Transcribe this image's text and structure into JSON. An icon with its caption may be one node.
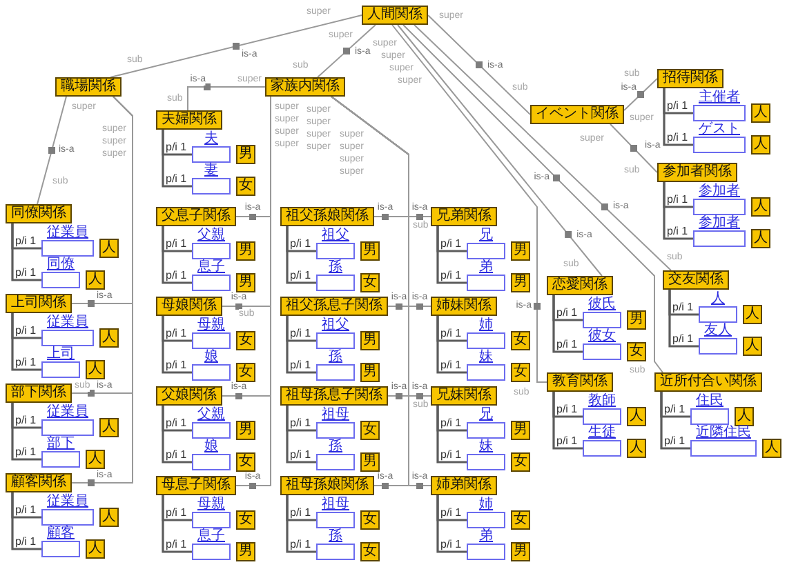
{
  "diagram": {
    "nodes": [
      {
        "text": [
          "人間関係"
        ]
      },
      {
        "text": [
          "職場関係"
        ]
      },
      {
        "text": [
          "同僚関係"
        ]
      },
      {
        "text": [
          "従業員"
        ]
      },
      {
        "text": [
          "人"
        ]
      },
      {
        "text": [
          "同僚"
        ]
      },
      {
        "text": [
          "人"
        ]
      },
      {
        "text": [
          "上司関係"
        ]
      },
      {
        "text": [
          "従業員"
        ]
      },
      {
        "text": [
          "人"
        ]
      },
      {
        "text": [
          "上司"
        ]
      },
      {
        "text": [
          "人"
        ]
      },
      {
        "text": [
          "部下関係"
        ]
      },
      {
        "text": [
          "従業員"
        ]
      },
      {
        "text": [
          "人"
        ]
      },
      {
        "text": [
          "部下"
        ]
      },
      {
        "text": [
          "人"
        ]
      },
      {
        "text": [
          "顧客関係"
        ]
      },
      {
        "text": [
          "従業員"
        ]
      },
      {
        "text": [
          "人"
        ]
      },
      {
        "text": [
          "顧客"
        ]
      },
      {
        "text": [
          "人"
        ]
      },
      {
        "text": [
          "家族内関係"
        ]
      },
      {
        "text": [
          "夫婦関係"
        ]
      },
      {
        "text": [
          "夫"
        ]
      },
      {
        "text": [
          "男"
        ]
      },
      {
        "text": [
          "妻"
        ]
      },
      {
        "text": [
          "女"
        ]
      },
      {
        "text": [
          "父息子関係"
        ]
      },
      {
        "text": [
          "父親"
        ]
      },
      {
        "text": [
          "男"
        ]
      },
      {
        "text": [
          "息子"
        ]
      },
      {
        "text": [
          "男"
        ]
      },
      {
        "text": [
          "母娘関係"
        ]
      },
      {
        "text": [
          "母親"
        ]
      },
      {
        "text": [
          "女"
        ]
      },
      {
        "text": [
          "娘"
        ]
      },
      {
        "text": [
          "女"
        ]
      },
      {
        "text": [
          "父娘関係"
        ]
      },
      {
        "text": [
          "父親"
        ]
      },
      {
        "text": [
          "男"
        ]
      },
      {
        "text": [
          "娘"
        ]
      },
      {
        "text": [
          "女"
        ]
      },
      {
        "text": [
          "母息子関係"
        ]
      },
      {
        "text": [
          "母親"
        ]
      },
      {
        "text": [
          "女"
        ]
      },
      {
        "text": [
          "息子"
        ]
      },
      {
        "text": [
          "男"
        ]
      },
      {
        "text": [
          "祖父孫娘関係"
        ]
      },
      {
        "text": [
          "祖父"
        ]
      },
      {
        "text": [
          "男"
        ]
      },
      {
        "text": [
          "孫"
        ]
      },
      {
        "text": [
          "女"
        ]
      },
      {
        "text": [
          "祖父孫息子関係"
        ]
      },
      {
        "text": [
          "祖父"
        ]
      },
      {
        "text": [
          "男"
        ]
      },
      {
        "text": [
          "孫"
        ]
      },
      {
        "text": [
          "男"
        ]
      },
      {
        "text": [
          "祖母孫息子関係"
        ]
      },
      {
        "text": [
          "祖母"
        ]
      },
      {
        "text": [
          "女"
        ]
      },
      {
        "text": [
          "孫"
        ]
      },
      {
        "text": [
          "男"
        ]
      },
      {
        "text": [
          "祖母孫娘関係"
        ]
      },
      {
        "text": [
          "祖母"
        ]
      },
      {
        "text": [
          "女"
        ]
      },
      {
        "text": [
          "孫"
        ]
      },
      {
        "text": [
          "女"
        ]
      },
      {
        "text": [
          "兄弟関係"
        ]
      },
      {
        "text": [
          "兄"
        ]
      },
      {
        "text": [
          "男"
        ]
      },
      {
        "text": [
          "弟"
        ]
      },
      {
        "text": [
          "男"
        ]
      },
      {
        "text": [
          "姉妹関係"
        ]
      },
      {
        "text": [
          "姉"
        ]
      },
      {
        "text": [
          "女"
        ]
      },
      {
        "text": [
          "妹"
        ]
      },
      {
        "text": [
          "女"
        ]
      },
      {
        "text": [
          "兄妹関係"
        ]
      },
      {
        "text": [
          "兄"
        ]
      },
      {
        "text": [
          "男"
        ]
      },
      {
        "text": [
          "妹"
        ]
      },
      {
        "text": [
          "女"
        ]
      },
      {
        "text": [
          "姉弟関係"
        ]
      },
      {
        "text": [
          "姉"
        ]
      },
      {
        "text": [
          "女"
        ]
      },
      {
        "text": [
          "弟"
        ]
      },
      {
        "text": [
          "男"
        ]
      },
      {
        "text": [
          "イベント関係"
        ]
      },
      {
        "text": [
          "招待関係"
        ]
      },
      {
        "text": [
          "主催者"
        ]
      },
      {
        "text": [
          "人"
        ]
      },
      {
        "text": [
          "ゲスト"
        ]
      },
      {
        "text": [
          "人"
        ]
      },
      {
        "text": [
          "参加者関係"
        ]
      },
      {
        "text": [
          "参加者"
        ]
      },
      {
        "text": [
          "人"
        ]
      },
      {
        "text": [
          "参加者"
        ]
      },
      {
        "text": [
          "人"
        ]
      },
      {
        "text": [
          "恋愛関係"
        ]
      },
      {
        "text": [
          "彼氏"
        ]
      },
      {
        "text": [
          "男"
        ]
      },
      {
        "text": [
          "彼女"
        ]
      },
      {
        "text": [
          "女"
        ]
      },
      {
        "text": [
          "交友関係"
        ]
      },
      {
        "text": [
          "人"
        ]
      },
      {
        "text": [
          "人"
        ]
      },
      {
        "text": [
          "友人"
        ]
      },
      {
        "text": [
          "人"
        ]
      },
      {
        "text": [
          "教育関係"
        ]
      },
      {
        "text": [
          "教師"
        ]
      },
      {
        "text": [
          "人"
        ]
      },
      {
        "text": [
          "生徒"
        ]
      },
      {
        "text": [
          "人"
        ]
      },
      {
        "text": [
          "近所付合い関係"
        ]
      },
      {
        "text": [
          "住民"
        ]
      },
      {
        "text": [
          "人"
        ]
      },
      {
        "text": [
          "近隣住民"
        ]
      },
      {
        "text": [
          "人"
        ]
      }
    ],
    "edges": [
      {
        "from": 0,
        "to": 1,
        "arrow": "none",
        "label": "is-a",
        "color": "#999999"
      },
      {
        "from": 0,
        "to": 22,
        "arrow": "none",
        "label": "is-a",
        "color": "#999999"
      },
      {
        "from": 0,
        "to": 88,
        "arrow": "none",
        "label": "is-a",
        "color": "#999999"
      },
      {
        "from": 0,
        "to": 99,
        "arrow": "none",
        "label": "is-a",
        "color": "#999999"
      },
      {
        "from": 0,
        "to": 109,
        "arrow": "none",
        "label": "is-a",
        "color": "#999999"
      },
      {
        "from": 0,
        "to": 104,
        "arrow": "none",
        "label": "is-a",
        "color": "#999999"
      },
      {
        "from": 0,
        "to": 114,
        "arrow": "none",
        "label": "is-a",
        "color": "#999999"
      },
      {
        "from": 1,
        "to": 2,
        "arrow": "none",
        "label": "is-a",
        "color": "#999999"
      },
      {
        "from": 1,
        "to": 7,
        "arrow": "none",
        "label": "is-a",
        "color": "#999999"
      },
      {
        "from": 1,
        "to": 12,
        "arrow": "none",
        "label": "is-a",
        "color": "#999999"
      },
      {
        "from": 1,
        "to": 17,
        "arrow": "none",
        "label": "is-a",
        "color": "#999999"
      },
      {
        "from": 22,
        "to": 23,
        "arrow": "none",
        "label": "is-a",
        "color": "#999999"
      },
      {
        "from": 22,
        "to": 28,
        "arrow": "none",
        "label": "is-a",
        "color": "#999999"
      },
      {
        "from": 22,
        "to": 33,
        "arrow": "none",
        "label": "is-a",
        "color": "#999999"
      },
      {
        "from": 22,
        "to": 38,
        "arrow": "none",
        "label": "is-a",
        "color": "#999999"
      },
      {
        "from": 22,
        "to": 43,
        "arrow": "none",
        "label": "is-a",
        "color": "#999999"
      },
      {
        "from": 22,
        "to": 48,
        "arrow": "none",
        "label": "is-a",
        "color": "#999999"
      },
      {
        "from": 22,
        "to": 53,
        "arrow": "none",
        "label": "is-a",
        "color": "#999999"
      },
      {
        "from": 22,
        "to": 58,
        "arrow": "none",
        "label": "is-a",
        "color": "#999999"
      },
      {
        "from": 22,
        "to": 63,
        "arrow": "none",
        "label": "is-a",
        "color": "#999999"
      },
      {
        "from": 22,
        "to": 68,
        "arrow": "none",
        "label": "is-a",
        "color": "#999999"
      },
      {
        "from": 22,
        "to": 73,
        "arrow": "none",
        "label": "is-a",
        "color": "#999999"
      },
      {
        "from": 22,
        "to": 78,
        "arrow": "none",
        "label": "is-a",
        "color": "#999999"
      },
      {
        "from": 22,
        "to": 83,
        "arrow": "none",
        "label": "is-a",
        "color": "#999999"
      },
      {
        "from": 88,
        "to": 89,
        "arrow": "none",
        "label": "is-a",
        "color": "#999999"
      },
      {
        "from": 88,
        "to": 94,
        "arrow": "none",
        "label": "is-a",
        "color": "#999999"
      },
      {
        "from": 2,
        "to": 3,
        "arrow": "none",
        "label": "p/i 1"
      },
      {
        "from": 2,
        "to": 5,
        "arrow": "none",
        "label": "p/i 1"
      },
      {
        "from": 7,
        "to": 8,
        "arrow": "none",
        "label": "p/i 1"
      },
      {
        "from": 7,
        "to": 10,
        "arrow": "none",
        "label": "p/i 1"
      },
      {
        "from": 12,
        "to": 13,
        "arrow": "none",
        "label": "p/i 1"
      },
      {
        "from": 12,
        "to": 15,
        "arrow": "none",
        "label": "p/i 1"
      },
      {
        "from": 17,
        "to": 18,
        "arrow": "none",
        "label": "p/i 1"
      },
      {
        "from": 17,
        "to": 20,
        "arrow": "none",
        "label": "p/i 1"
      },
      {
        "from": 23,
        "to": 24,
        "arrow": "none",
        "label": "p/i 1"
      },
      {
        "from": 23,
        "to": 26,
        "arrow": "none",
        "label": "p/i 1"
      },
      {
        "from": 28,
        "to": 29,
        "arrow": "none",
        "label": "p/i 1"
      },
      {
        "from": 28,
        "to": 31,
        "arrow": "none",
        "label": "p/i 1"
      },
      {
        "from": 33,
        "to": 34,
        "arrow": "none",
        "label": "p/i 1"
      },
      {
        "from": 33,
        "to": 36,
        "arrow": "none",
        "label": "p/i 1"
      },
      {
        "from": 38,
        "to": 39,
        "arrow": "none",
        "label": "p/i 1"
      },
      {
        "from": 38,
        "to": 41,
        "arrow": "none",
        "label": "p/i 1"
      },
      {
        "from": 43,
        "to": 44,
        "arrow": "none",
        "label": "p/i 1"
      },
      {
        "from": 43,
        "to": 46,
        "arrow": "none",
        "label": "p/i 1"
      },
      {
        "from": 48,
        "to": 49,
        "arrow": "none",
        "label": "p/i 1"
      },
      {
        "from": 48,
        "to": 51,
        "arrow": "none",
        "label": "p/i 1"
      },
      {
        "from": 53,
        "to": 54,
        "arrow": "none",
        "label": "p/i 1"
      },
      {
        "from": 53,
        "to": 56,
        "arrow": "none",
        "label": "p/i 1"
      },
      {
        "from": 58,
        "to": 59,
        "arrow": "none",
        "label": "p/i 1"
      },
      {
        "from": 58,
        "to": 61,
        "arrow": "none",
        "label": "p/i 1"
      },
      {
        "from": 63,
        "to": 64,
        "arrow": "none",
        "label": "p/i 1"
      },
      {
        "from": 63,
        "to": 66,
        "arrow": "none",
        "label": "p/i 1"
      },
      {
        "from": 68,
        "to": 69,
        "arrow": "none",
        "label": "p/i 1"
      },
      {
        "from": 68,
        "to": 71,
        "arrow": "none",
        "label": "p/i 1"
      },
      {
        "from": 73,
        "to": 74,
        "arrow": "none",
        "label": "p/i 1"
      },
      {
        "from": 73,
        "to": 76,
        "arrow": "none",
        "label": "p/i 1"
      },
      {
        "from": 78,
        "to": 79,
        "arrow": "none",
        "label": "p/i 1"
      },
      {
        "from": 78,
        "to": 81,
        "arrow": "none",
        "label": "p/i 1"
      },
      {
        "from": 83,
        "to": 84,
        "arrow": "none",
        "label": "p/i 1"
      },
      {
        "from": 83,
        "to": 86,
        "arrow": "none",
        "label": "p/i 1"
      },
      {
        "from": 89,
        "to": 90,
        "arrow": "none",
        "label": "p/i 1"
      },
      {
        "from": 89,
        "to": 92,
        "arrow": "none",
        "label": "p/i 1"
      },
      {
        "from": 94,
        "to": 95,
        "arrow": "none",
        "label": "p/i 1"
      },
      {
        "from": 94,
        "to": 97,
        "arrow": "none",
        "label": "p/i 1"
      },
      {
        "from": 99,
        "to": 100,
        "arrow": "none",
        "label": "p/i 1"
      },
      {
        "from": 99,
        "to": 102,
        "arrow": "none",
        "label": "p/i 1"
      },
      {
        "from": 104,
        "to": 105,
        "arrow": "none",
        "label": "p/i 1"
      },
      {
        "from": 104,
        "to": 107,
        "arrow": "none",
        "label": "p/i 1"
      },
      {
        "from": 109,
        "to": 110,
        "arrow": "none",
        "label": "p/i 1"
      },
      {
        "from": 109,
        "to": 112,
        "arrow": "none",
        "label": "p/i 1"
      },
      {
        "from": 114,
        "to": 115,
        "arrow": "none",
        "label": "p/i 1"
      },
      {
        "from": 114,
        "to": 117,
        "arrow": "none",
        "label": "p/i 1"
      }
    ],
    "labels": [
      "super",
      "sub",
      "super",
      "sub",
      "super",
      "sub",
      "super",
      "super",
      "super",
      "super",
      "sub",
      "sub",
      "sub",
      "sub",
      "super",
      "sub",
      "super",
      "super",
      "super",
      "sub",
      "super",
      "sub",
      "super",
      "super",
      "super",
      "super",
      "sub",
      "super",
      "super",
      "super",
      "super",
      "super",
      "super",
      "super",
      "super",
      "sub",
      "sub",
      "super",
      "sub",
      "super",
      "sub"
    ]
  }
}
